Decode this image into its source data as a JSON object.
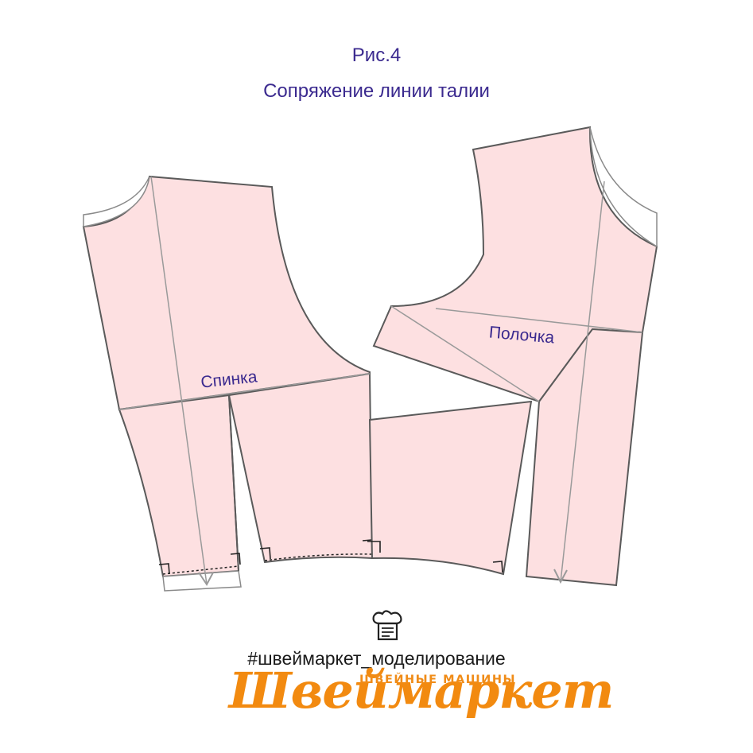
{
  "figure": {
    "title": "Рис.4",
    "subtitle": "Сопряжение линии талии"
  },
  "labels": {
    "back": "Спинка",
    "front": "Полочка"
  },
  "footer": {
    "hashtag": "#швеймаркет_моделирование",
    "brand_tagline": "ШВЕЙНЫЕ МАШИНЫ",
    "brand_name": "Швеймаркет",
    "icon": "chef-hat-note-icon"
  },
  "colors": {
    "fill": "#fde0e1",
    "outline": "#5a5a5a",
    "guide": "#9a9a9a",
    "text_accent": "#3b2a8f",
    "brand": "#f28a10"
  }
}
